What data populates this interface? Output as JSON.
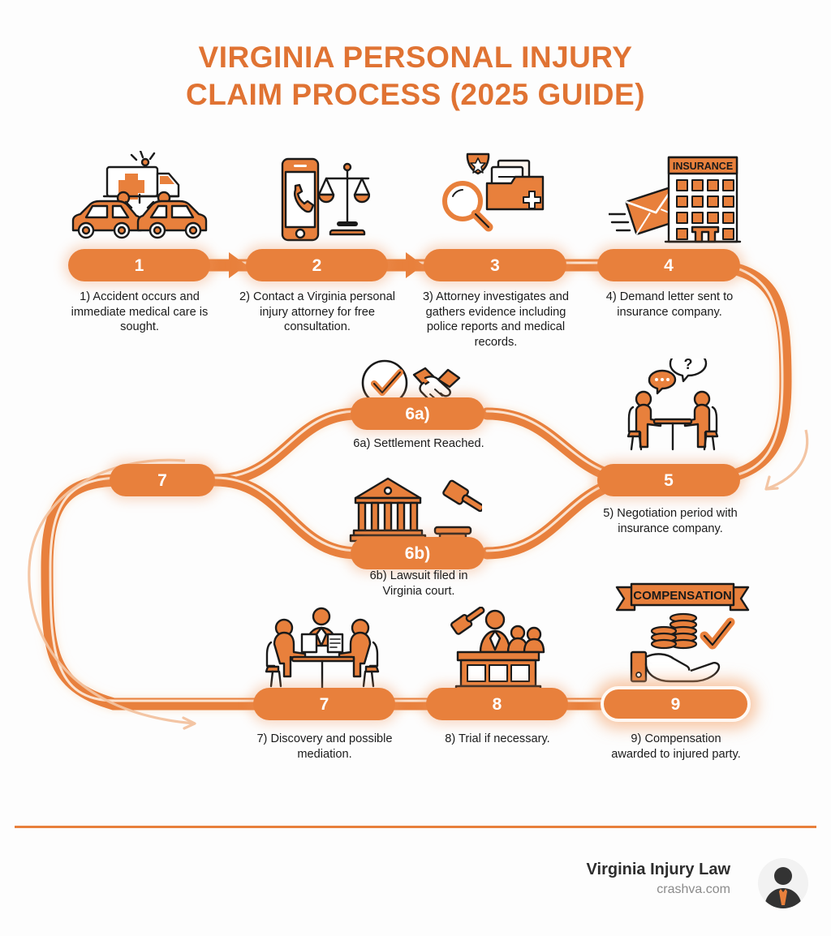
{
  "title": {
    "line1": "VIRGINIA PERSONAL INJURY",
    "line2": "CLAIM PROCESS (2025 GUIDE)"
  },
  "colors": {
    "accent": "#e8803c",
    "title": "#e07333",
    "pill_fill": "#e8803c",
    "pill_text": "#ffffff",
    "caption_text": "#1b1b1b",
    "background": "#fdfdfd",
    "footer_rule": "#e8803c",
    "brand_name": "#2d2d2d",
    "brand_url": "#8b8b8b"
  },
  "steps": [
    {
      "id": "step-1",
      "badge": "1",
      "caption": "1) Accident occurs and immediate medical care is sought.",
      "icon": "car-crash-ambulance-icon"
    },
    {
      "id": "step-2",
      "badge": "2",
      "caption": "2) Contact a Virginia personal injury attorney for free consultation.",
      "icon": "phone-scales-icon"
    },
    {
      "id": "step-3",
      "badge": "3",
      "caption": "3) Attorney investigates and gathers evidence including police reports and medical records.",
      "icon": "magnifier-badge-files-icon"
    },
    {
      "id": "step-4",
      "badge": "4",
      "caption": "4) Demand letter sent to insurance company.",
      "icon": "envelope-insurance-building-icon"
    },
    {
      "id": "step-5",
      "badge": "5",
      "caption": "5) Negotiation period with insurance company.",
      "icon": "negotiation-table-icon"
    },
    {
      "id": "step-6a",
      "badge": "6a)",
      "caption": "6a) Settlement Reached.",
      "icon": "checkmark-handshake-icon"
    },
    {
      "id": "step-6b",
      "badge": "6b)",
      "caption": "6b) Lawsuit filed in Virginia court.",
      "icon": "courthouse-gavel-icon"
    },
    {
      "id": "step-7m",
      "badge": "7",
      "caption": "",
      "icon": ""
    },
    {
      "id": "step-7",
      "badge": "7",
      "caption": "7) Discovery and possible mediation.",
      "icon": "mediation-table-icon"
    },
    {
      "id": "step-8",
      "badge": "8",
      "caption": "8) Trial if necessary.",
      "icon": "judge-bench-icon"
    },
    {
      "id": "step-9",
      "badge": "9",
      "caption": "9) Compensation awarded to injured party.",
      "icon": "compensation-hand-coins-icon"
    }
  ],
  "icon_labels": {
    "insurance_building": "INSURANCE",
    "compensation_banner": "COMPENSATION"
  },
  "footer": {
    "brand_name": "Virginia Injury Law",
    "url": "crashva.com",
    "avatar": "person-silhouette-avatar"
  }
}
